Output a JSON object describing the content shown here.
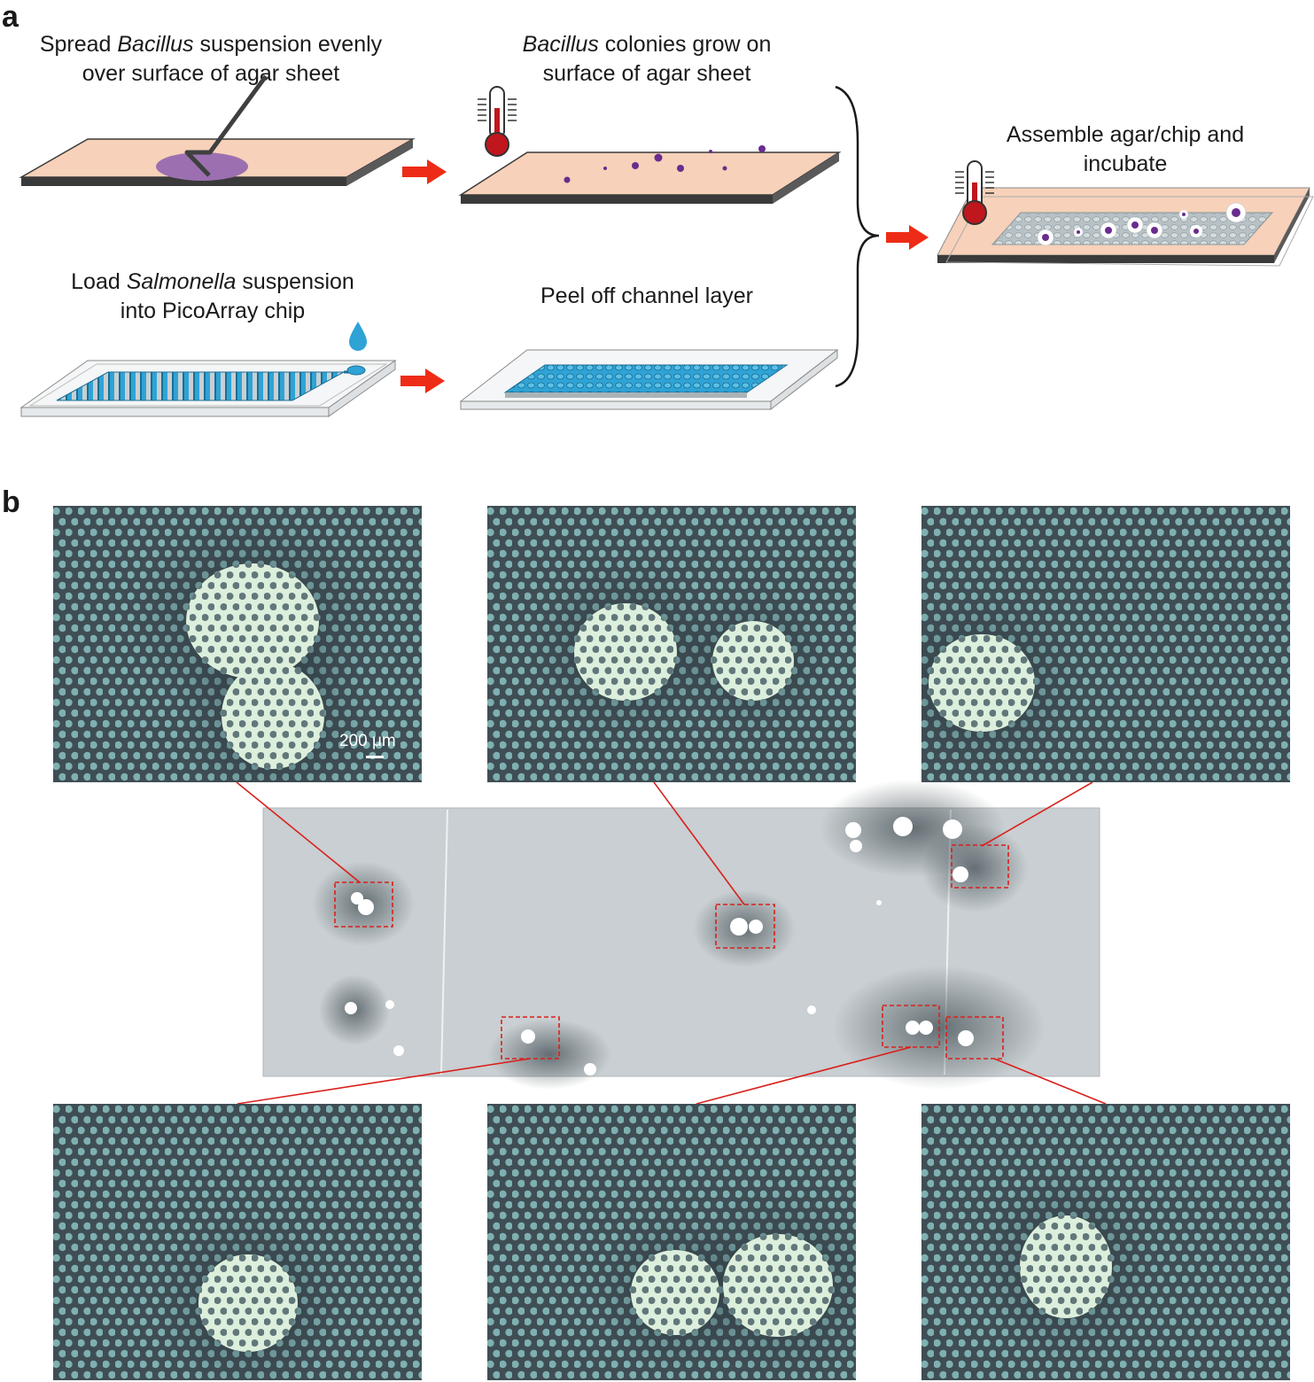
{
  "panels": {
    "a_label": "a",
    "b_label": "b"
  },
  "captions": {
    "spread_prefix": "Spread ",
    "spread_italic": "Bacillus",
    "spread_suffix": " suspension evenly",
    "spread_line2": "over surface of agar sheet",
    "grow_italic": "Bacillus",
    "grow_suffix": " colonies grow on",
    "grow_line2": "surface of agar sheet",
    "load_prefix": "Load ",
    "load_italic": "Salmonella",
    "load_suffix": " suspension",
    "load_line2": "into PicoArray chip",
    "peel": "Peel off channel layer",
    "assemble_line1": "Assemble agar/chip and",
    "assemble_line2": "incubate"
  },
  "scale_bar": {
    "label": "200 μm"
  },
  "colors": {
    "agar": "#f7d1b9",
    "edge": "#3a3a3a",
    "arrow": "#ee2b16",
    "colony": "#6a2c8e",
    "spread": "#9c70b0",
    "chip": "#2fa3d6",
    "thermo": "#c0161d",
    "drop": "#2fa3d6",
    "connector": "#d9201b",
    "micro_bg": "#3f4e54",
    "micro_hole": "#8fc3c2",
    "micro_zone": "#d7ecd9",
    "photo_bg": "#c9cfd2"
  }
}
